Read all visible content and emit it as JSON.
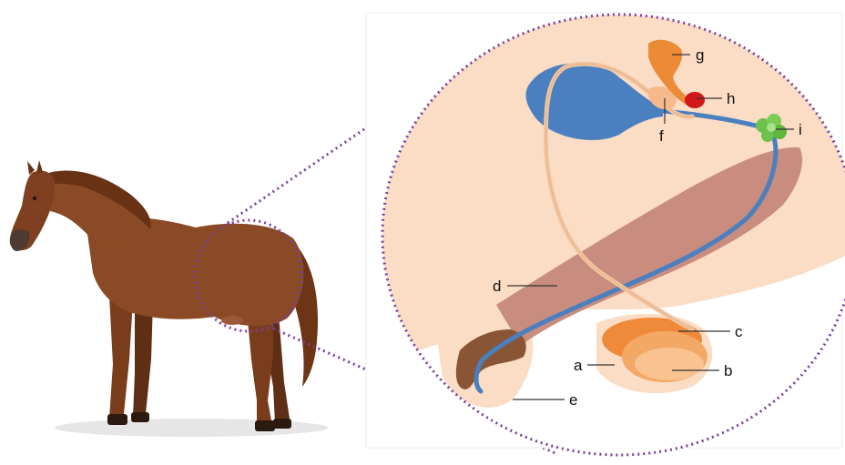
{
  "labels": {
    "a": "a",
    "b": "b",
    "c": "c",
    "d": "d",
    "e": "e",
    "f": "f",
    "g": "g",
    "h": "h",
    "i": "i"
  },
  "colors": {
    "zoom_circle_bg": "#fbdcc4",
    "dotted_outline": "#7a3fa0",
    "horse_body": "#8a4a25",
    "blue_duct": "#4a7fc0",
    "penis": "#c88d7e",
    "testis": "#ef8a3a",
    "gland_g": "#ec8a36",
    "gland_h": "#d01818",
    "gland_i": "#6cc24a",
    "label_line": "#333333"
  }
}
